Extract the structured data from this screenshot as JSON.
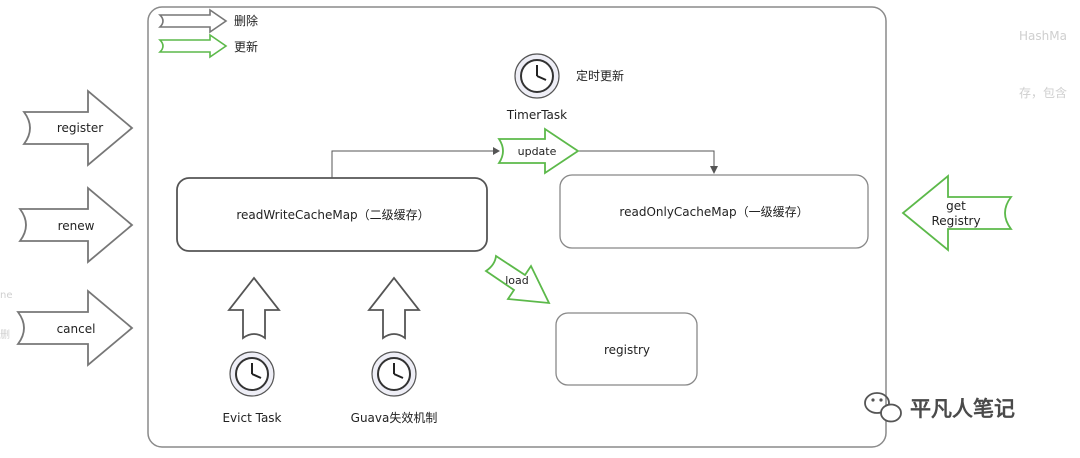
{
  "legend": {
    "delete_label": "删除",
    "update_label": "更新"
  },
  "timer": {
    "label": "TimerTask",
    "caption": "定时更新"
  },
  "left_actions": [
    "register",
    "renew",
    "cancel"
  ],
  "right_action": {
    "line1": "get",
    "line2": "Registry"
  },
  "boxes": {
    "read_write": "readWriteCacheMap（二级缓存）",
    "read_only": "readOnlyCacheMap（一级缓存）",
    "registry": "registry"
  },
  "flows": {
    "update": "update",
    "load": "load"
  },
  "tasks": {
    "evict": "Evict Task",
    "guava": "Guava失效机制"
  },
  "watermark": "平凡人笔记",
  "background_fragments": {
    "top_right": "HashMa",
    "mid_right": "存，包含",
    "left_word": "ne",
    "left_glyph": "删"
  },
  "colors": {
    "gray_stroke": "#666666",
    "green_stroke": "#5cb94a",
    "box_stroke": "#777777",
    "text": "#222222"
  }
}
